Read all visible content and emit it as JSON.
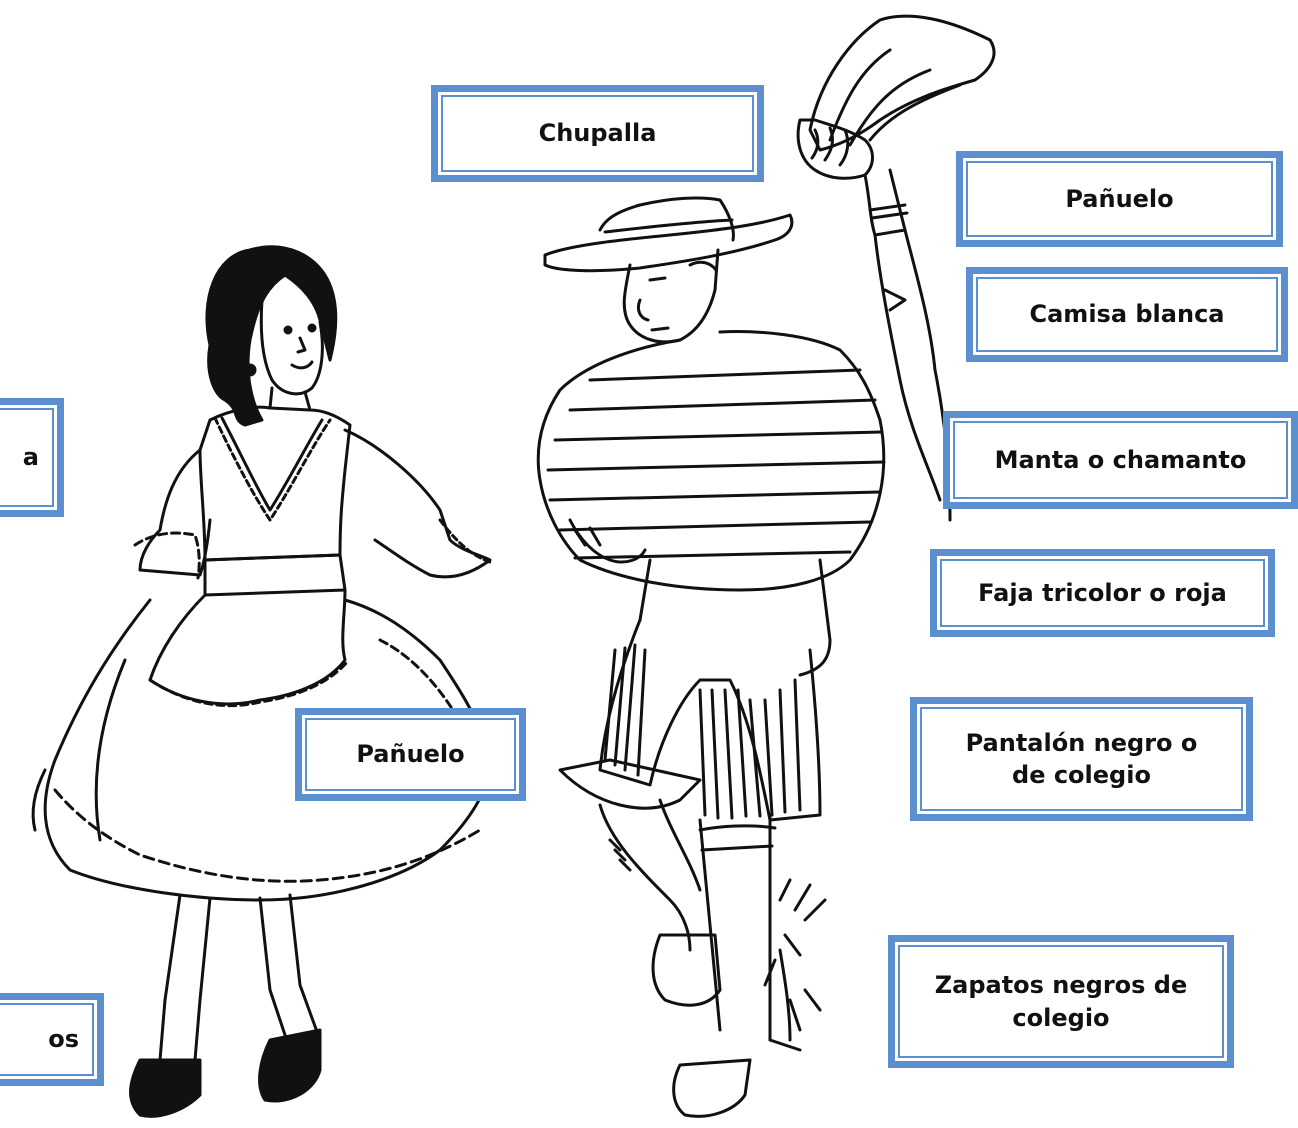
{
  "labels": {
    "chupalla": "Chupalla",
    "panuelo_man": "Pañuelo",
    "camisa": "Camisa blanca",
    "manta": "Manta o chamanto",
    "faja": "Faja tricolor o roja",
    "pantalon": "Pantalón negro o\nde colegio",
    "zapatos_man": "Zapatos negros de\ncolegio",
    "panuelo_woman": "Pañuelo",
    "left_partial_top": "a",
    "left_partial_bottom": "os"
  },
  "colors": {
    "box_border": "#5b8fd0",
    "line_art": "#111111"
  }
}
